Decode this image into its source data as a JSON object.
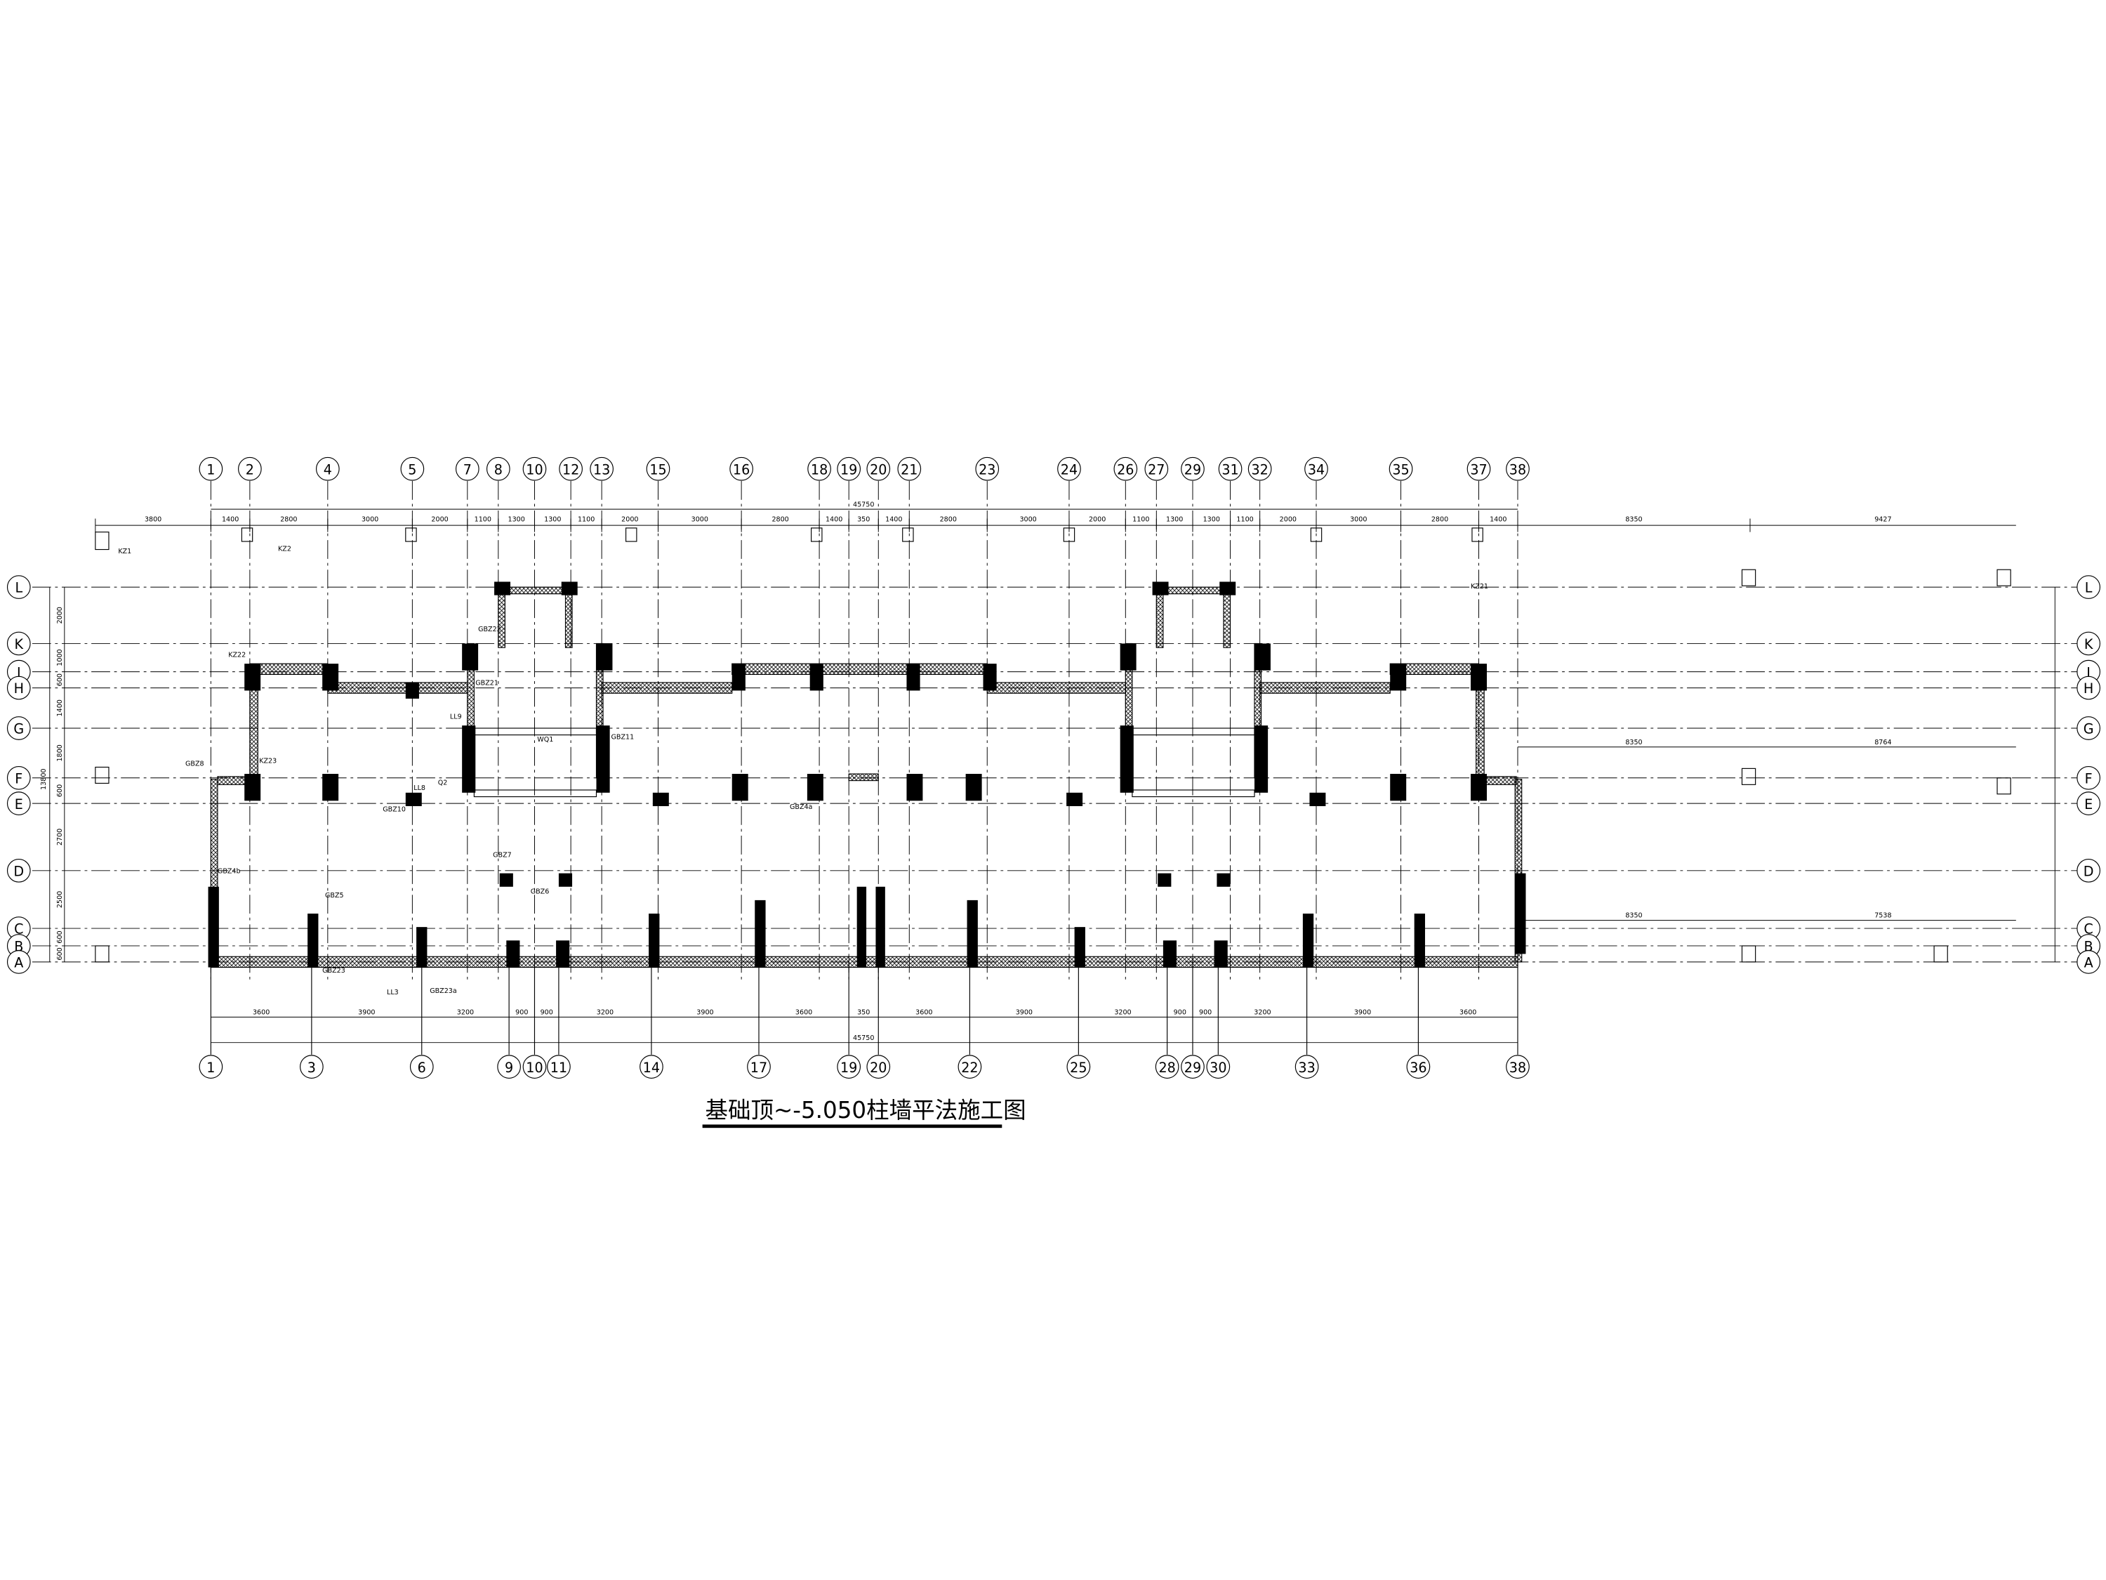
{
  "drawing": {
    "title": "基础顶~-5.050柱墙平法施工图",
    "top_axes": [
      "1",
      "2",
      "4",
      "5",
      "7",
      "8",
      "10",
      "12",
      "13",
      "15",
      "16",
      "18",
      "19",
      "20",
      "21",
      "23",
      "24",
      "26",
      "27",
      "29",
      "31",
      "32",
      "34",
      "35",
      "37",
      "38"
    ],
    "bottom_axes": [
      "1",
      "3",
      "6",
      "9",
      "10",
      "11",
      "14",
      "17",
      "19",
      "20",
      "22",
      "25",
      "28",
      "29",
      "30",
      "33",
      "36",
      "38"
    ],
    "rows": [
      "L",
      "K",
      "J",
      "H",
      "G",
      "F",
      "E",
      "D",
      "C",
      "B",
      "A"
    ],
    "top_dims": [
      "3800",
      "1400",
      "2800",
      "3000",
      "2000",
      "1100",
      "1300",
      "1300",
      "1100",
      "2000",
      "3000",
      "2800",
      "1400",
      "350",
      "1400",
      "2800",
      "3000",
      "2000",
      "1100",
      "1300",
      "1300",
      "1100",
      "2000",
      "3000",
      "2800",
      "1400",
      "8350",
      "9427"
    ],
    "top_total": "45750",
    "bottom_dims": [
      "3600",
      "3900",
      "3200",
      "900",
      "900",
      "3200",
      "3900",
      "3600",
      "350",
      "3600",
      "3900",
      "3200",
      "900",
      "900",
      "3200",
      "3900",
      "3600"
    ],
    "bottom_total": "45750",
    "left_dims": [
      "2000",
      "1000",
      "600",
      "1400",
      "1800",
      "600",
      "2700",
      "2500",
      "600",
      "600"
    ],
    "left_total": "13800",
    "right_dims": [
      "8350",
      "8764",
      "8350",
      "7538"
    ],
    "tags": [
      "KZ1",
      "KZ2",
      "KZ21",
      "KZ22",
      "KZ23",
      "GBZ4a",
      "GBZ4b",
      "GBZ5",
      "GBZ6",
      "GBZ7",
      "GBZ8",
      "GBZ10",
      "GBZ11",
      "GBZ21",
      "GBZ22",
      "GBZ23",
      "GBZ23a",
      "LL3",
      "LL8",
      "LL9",
      "Q2",
      "WQ1"
    ]
  }
}
